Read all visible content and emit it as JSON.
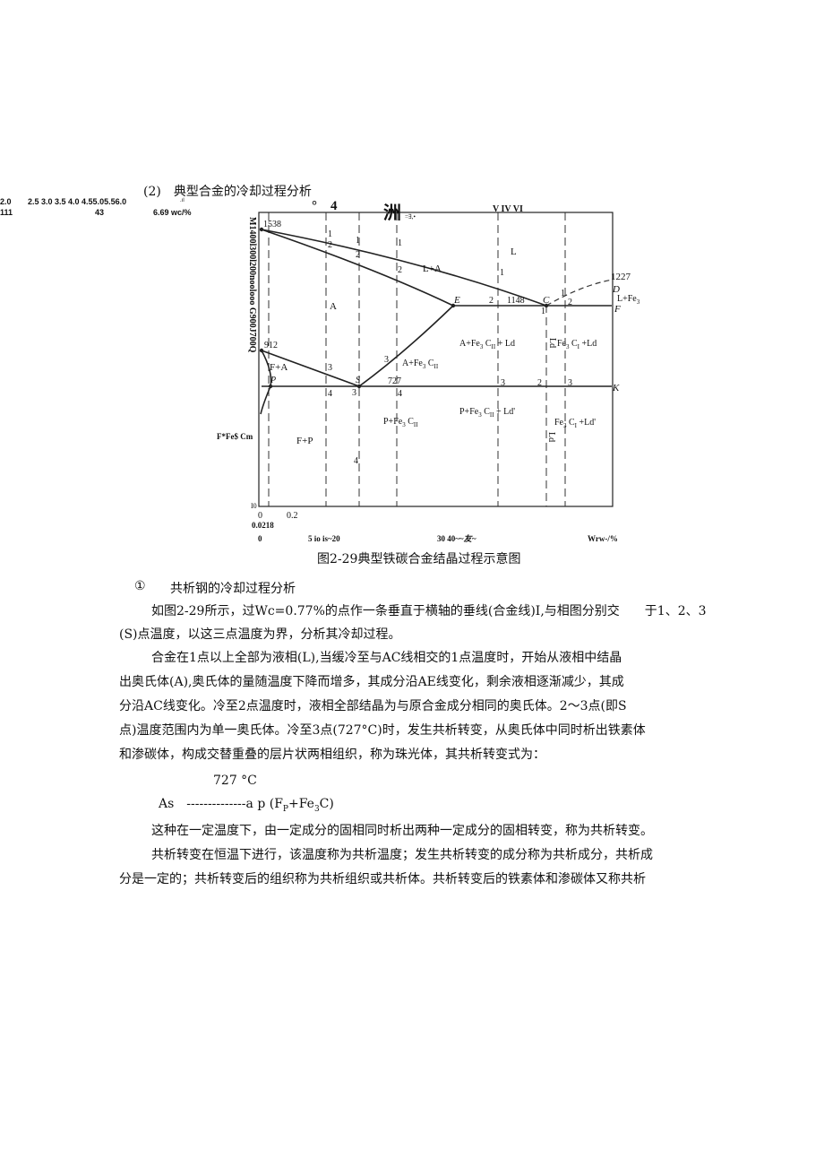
{
  "section": {
    "heading": "(2)　典型合金的冷却过程分析"
  },
  "ocr_artifacts": {
    "top_left_line1": "2.0",
    "top_left_line2": "111",
    "top_scale": "2.5 3.0 3.5 4.0 4.55.05.56.0",
    "top_mid_43": "43",
    "top_tiny": ".ıl",
    "top_right": "6.69 wc/%",
    "chart_top_glyphs": "°　4　",
    "chart_top_big": "洲",
    "chart_top_small": "=∃,•",
    "vertical_axis_text": "M1400l300l200noolooo G900J700Q",
    "left_label": "F*Fe$ Cm"
  },
  "chart_data": {
    "type": "diagram",
    "alloy_labels": "V IV VI",
    "temperatures": {
      "t1538": "1538",
      "t1227": "1227",
      "t1148": "1148",
      "t912": "912",
      "t727": "727"
    },
    "points": {
      "D": "D",
      "C": "C",
      "F": "F",
      "E": "E",
      "S": "S",
      "P": "P",
      "K": "K"
    },
    "regions": {
      "L": "L",
      "L_A": "L+A",
      "L_Fe3": "L+Fe",
      "L_Fe3_sub": "3",
      "A": "A",
      "F_A": "F+A",
      "F_P": "F+P",
      "A_Fe3": "A+Fe",
      "A_Fe3_sub": "3",
      "A_Fe3_C": " C",
      "A_Fe3_Csub": "II",
      "ALd_main": "A+Fe",
      "ALd_sub": "3",
      "ALd_C": " C",
      "ALd_Csub": "II",
      "ALd_tail": " + Ld",
      "FeCLd_main": "Fe",
      "FeCLd_sub": "3",
      "FeCLd_C": " C",
      "FeCLd_Csub": "I",
      "FeCLd_tail": " +Ld",
      "P_main": "P+Fe",
      "P_sub": "3",
      "P_C": " C",
      "P_Csub": "II",
      "PLd_main": "P+Fe",
      "PLd_sub": "3",
      "PLd_C": " C",
      "PLd_Csub": "II",
      "PLd_tail": " + Ld'",
      "FeCLd2_main": "Fe",
      "FeCLd2_sub": "3",
      "FeCLd2_C": " C",
      "FeCLd2_Csub": "I",
      "FeCLd2_tail": " +Ld'"
    },
    "markers": {
      "n1": "1",
      "n2": "2",
      "n3": "3",
      "n4": "4",
      "side_mark": "Ld"
    },
    "axis": {
      "zero": "0",
      "x_02": "0.2",
      "x_0218": "0.0218",
      "bottom_0": "0",
      "bottom_mid": "5 io is~20",
      "bottom_right_mid": "30 40~~",
      "bottom_right_mid_it": "友~",
      "bottom_unit": "Wrw-/%",
      "corner_mark": "I0"
    }
  },
  "figure_caption": "图2-29典型铁碳合金结晶过程示意图",
  "subsection": {
    "number": "①",
    "title": "共析钢的冷却过程分析"
  },
  "paragraphs": {
    "p1_line1": "如图2-29所示，过Wc=0.77%的点作一条垂直于横轴的垂线(合金线)I,与相图分别交　　于1、2、3",
    "p1_line2": "(S)点温度，以这三点温度为界，分析其冷却过程。",
    "p2_line1": "合金在1点以上全部为液相(L),当缓冷至与AC线相交的1点温度时，开始从液相中结晶",
    "p2_line2": "出奥氏体(A),奥氏体的量随温度下降而增多，其成分沿AE线变化，剩余液相逐渐减少，其成",
    "p2_line3": "分沿AC线变化。冷至2点温度时，液相全部结晶为与原合金成分相同的奥氏体。2～3点(即S",
    "p2_line4": "点)温度范围内为单一奥氏体。冷至3点(727°C)时，发生共析转变，从奥氏体中同时析出铁素体",
    "p2_line5": "和渗碳体，构成交替重叠的层片状两相组织，称为珠光体，其共析转变式为：",
    "formula_temp": "727 °C",
    "formula_lhs": "As　--------------a p (F",
    "formula_sub_p": "P",
    "formula_mid": "+Fe",
    "formula_sub_3": "3",
    "formula_end": "C)",
    "p3_line1": "这种在一定温度下，由一定成分的固相同时析出两种一定成分的固相转变，称为共析转变。",
    "p4_line1": "共析转变在恒温下进行，该温度称为共析温度；发生共析转变的成分称为共析成分，共析成",
    "p4_line2": "分是一定的；共析转变后的组织称为共析组织或共析体。共析转变后的铁素体和渗碳体又称共析"
  }
}
